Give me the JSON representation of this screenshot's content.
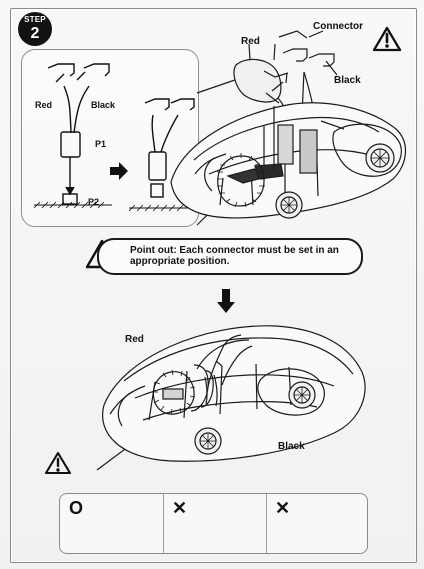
{
  "step": {
    "label": "STEP",
    "number": "2"
  },
  "labels": {
    "connector": "Connector",
    "red_top_right": "Red",
    "black_top_right": "Black",
    "red_inset": "Red",
    "black_inset": "Black",
    "p1": "P1",
    "p2": "P2",
    "red_bottom": "Red",
    "black_bottom": "Black"
  },
  "notice": {
    "text": "Point out: Each connector must be set in an appropriate position."
  },
  "choices": [
    {
      "mark": "O",
      "status": "correct"
    },
    {
      "mark": "✕",
      "status": "wrong"
    },
    {
      "mark": "✕",
      "status": "wrong"
    }
  ],
  "icons": {
    "warning": "warning-triangle-icon",
    "arrow_right": "arrow-right-icon",
    "arrow_down": "arrow-down-icon"
  }
}
